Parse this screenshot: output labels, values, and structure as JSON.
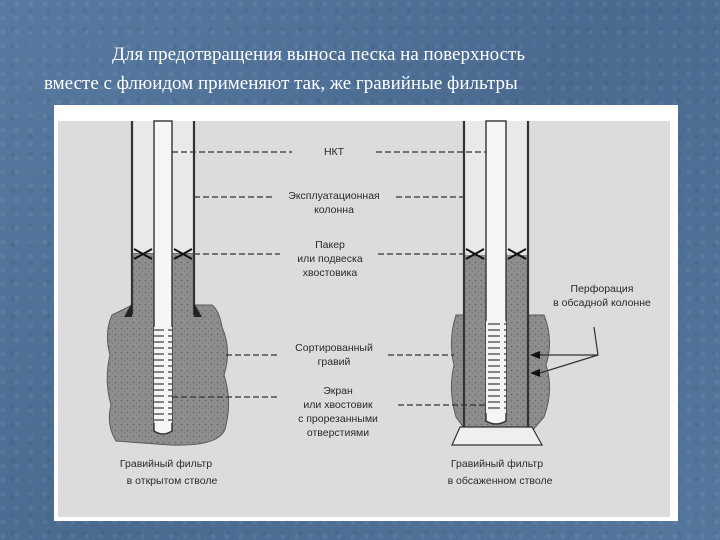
{
  "slide": {
    "title_line1": "Для предотвращения выноса песка на поверхность",
    "title_line2": "вместе с флюидом применяют так, же гравийные фильтры"
  },
  "figure": {
    "labels": {
      "nkt": "НКТ",
      "casing_1": "Эксплуатационная",
      "casing_2": "колонна",
      "packer_1": "Пакер",
      "packer_2": "или подвеска",
      "packer_3": "хвостовика",
      "perforation_1": "Перфорация",
      "perforation_2": "в обсадной колонне",
      "gravel_1": "Сортированный",
      "gravel_2": "гравий",
      "screen_1": "Экран",
      "screen_2": "или хвостовик",
      "screen_3": "с прорезанными",
      "screen_4": "отверстиями"
    },
    "captions": {
      "left_1": "Гравийный фильтр",
      "left_2": "в открытом стволе",
      "right_1": "Гравийный фильтр",
      "right_2": "в обсаженном стволе"
    },
    "colors": {
      "background": "#dcdcdc",
      "gravel": "#8a8a8a",
      "annulus": "#a9a9a9",
      "line": "#333333"
    }
  }
}
